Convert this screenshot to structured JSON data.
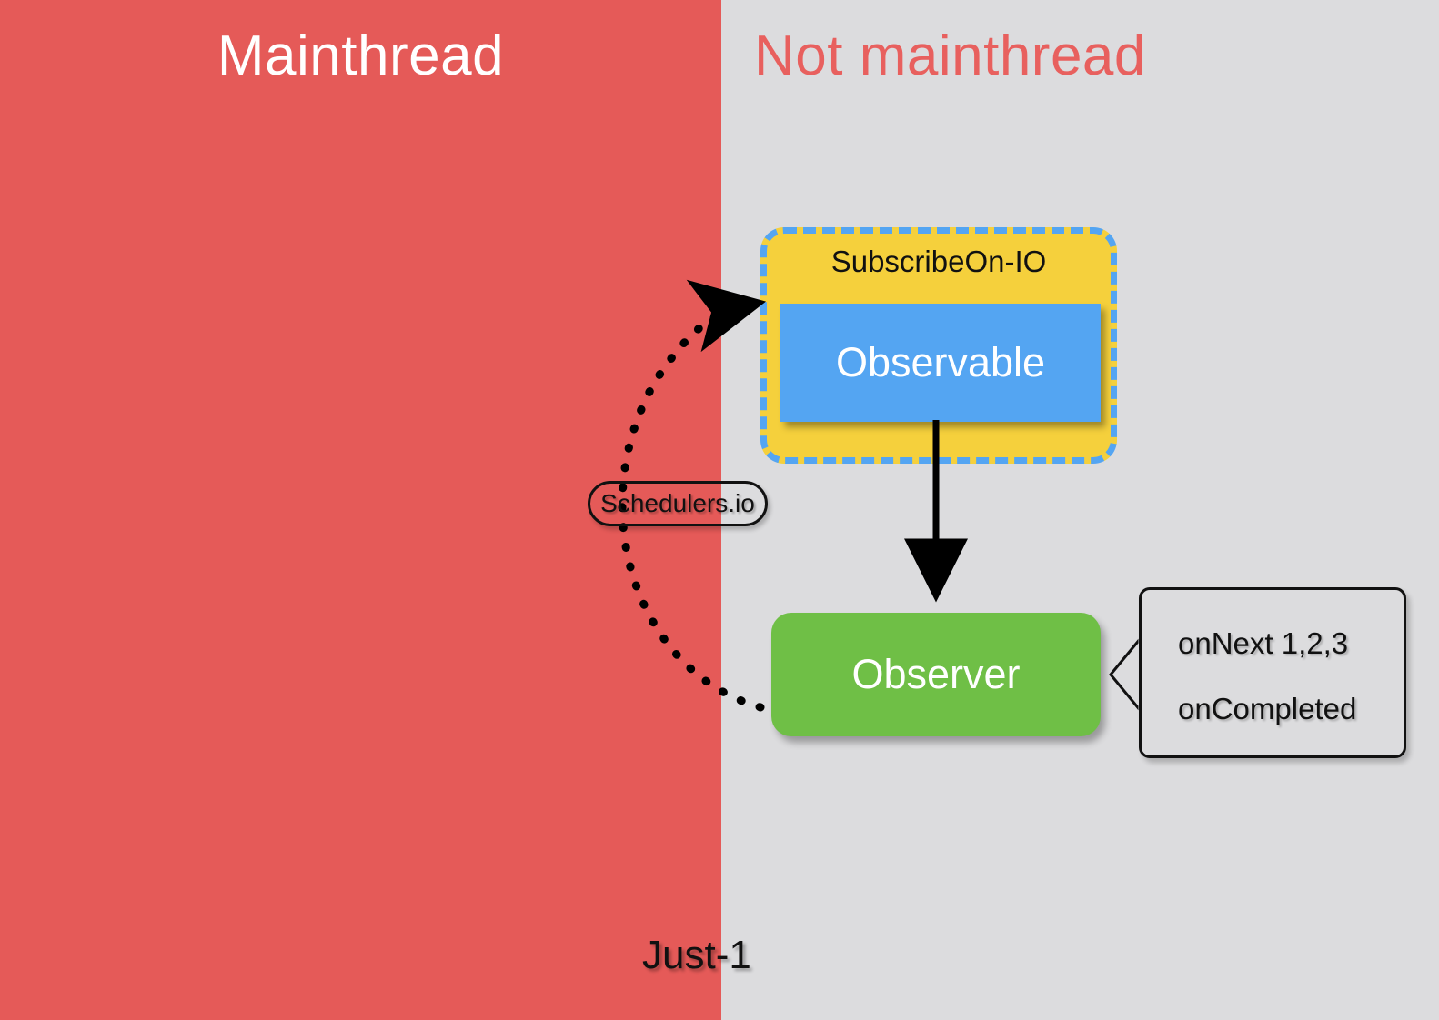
{
  "diagram": {
    "title_bottom": "Just-1",
    "columns": [
      {
        "name": "mainthread",
        "label": "Mainthread",
        "color": "#e55a58",
        "text_color": "#ffffff"
      },
      {
        "name": "not-mainthread",
        "label": "Not mainthread",
        "color": "#dcdcde",
        "text_color": "#e8605e"
      }
    ],
    "nodes": {
      "subscribe_on": {
        "label": "SubscribeOn-IO",
        "fill": "#f5d03c",
        "border": "#54a5f2",
        "border_style": "dashed"
      },
      "observable": {
        "label": "Observable",
        "fill": "#54a5f2",
        "text_color": "#ffffff"
      },
      "observer": {
        "label": "Observer",
        "fill": "#6fbf46",
        "text_color": "#ffffff"
      },
      "scheduler_pill": {
        "label": "Schedulers.io",
        "fill": "transparent",
        "border": "#111111"
      }
    },
    "callout": {
      "line1": "onNext  1,2,3",
      "line2": "onCompleted",
      "fill": "#dcdcde",
      "border": "#111111"
    },
    "edges": {
      "observable_to_observer": {
        "style": "solid",
        "direction": "down"
      },
      "observer_to_subscribe_on": {
        "style": "dotted",
        "direction": "up",
        "label": "Schedulers.io"
      }
    }
  }
}
